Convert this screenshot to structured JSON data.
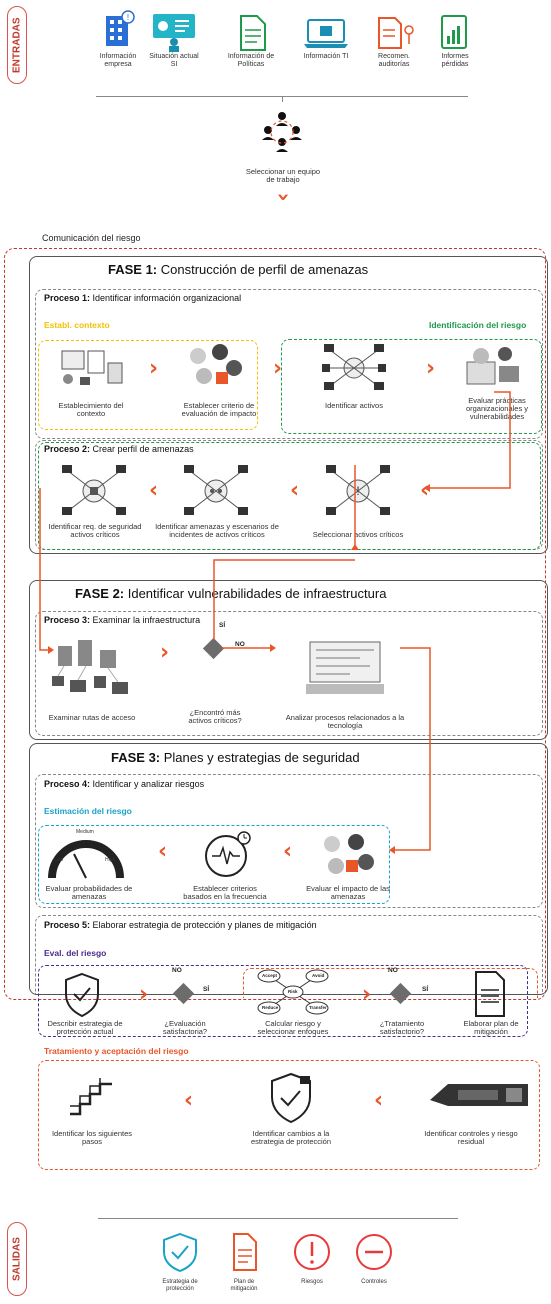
{
  "inputs": {
    "side_label": "ENTRADAS",
    "items": [
      {
        "label": "Información empresa",
        "icon": "building-icon"
      },
      {
        "label": "Situación actual SI",
        "icon": "team-board-icon"
      },
      {
        "label": "Información de Políticas",
        "icon": "document-icon"
      },
      {
        "label": "Información TI",
        "icon": "laptop-icon"
      },
      {
        "label": "Recomen. auditorías",
        "icon": "audit-document-icon"
      },
      {
        "label": "Informes pérdidas",
        "icon": "report-chart-icon"
      }
    ],
    "team_step": "Seleccionar un equipo de trabajo"
  },
  "risk_communication": "Comunicación del riesgo",
  "phase1": {
    "title_bold": "FASE 1:",
    "title_rest": " Construcción de perfil de amenazas",
    "process1": {
      "title_bold": "Proceso 1:",
      "title_rest": " Identificar información organizacional",
      "context_label": "Establ. contexto",
      "risk_id_label": "Identificación del riesgo",
      "steps": [
        "Establecimiento del contexto",
        "Establecer criterio de evaluación de impacto",
        "Identificar activos",
        "Evaluar prácticas organizacionales y vulnerabilidades"
      ]
    },
    "process2": {
      "title_bold": "Proceso 2:",
      "title_rest": " Crear perfil de amenazas",
      "steps": [
        "Identificar req. de seguridad activos críticos",
        "Identificar amenazas y escenarios de incidentes de activos críticos",
        "Seleccionar activos críticos"
      ]
    }
  },
  "phase2": {
    "title_bold": "FASE 2:",
    "title_rest": " Identificar vulnerabilidades de infraestructura",
    "process3": {
      "title_bold": "Proceso 3:",
      "title_rest": " Examinar la infraestructura",
      "steps": [
        "Examinar rutas de acceso",
        "¿Encontró más activos críticos?",
        "Analizar procesos relacionados a la tecnología"
      ],
      "yes": "SÍ",
      "no": "NO"
    }
  },
  "phase3": {
    "title_bold": "FASE 3:",
    "title_rest": " Planes y estrategias de seguridad",
    "process4": {
      "title_bold": "Proceso 4:",
      "title_rest": " Identificar y analizar riesgos",
      "estimation_label": "Estimación del riesgo",
      "gauge": {
        "low": "Low",
        "medium": "Medium",
        "high": "High"
      },
      "steps": [
        "Evaluar probabilidades de amenazas",
        "Establecer criterios basados en la frecuencia",
        "Evaluar el impacto de las amenazas"
      ]
    },
    "process5": {
      "title_bold": "Proceso 5:",
      "title_rest": " Elaborar estrategia de protección y planes de mitigación",
      "eval_label": "Eval. del riesgo",
      "treatment_label": "Tratamiento y aceptación del riesgo",
      "steps": [
        "Describir estrategia de protección actual",
        "¿Evaluación satisfactoria?",
        "Calcular riesgo y seleccionar enfoques",
        "¿Tratamiento satisfactorio?",
        "Elaborar plan de mitigación",
        "Identificar los siguientes pasos",
        "Identificar cambios a la estrategia de protección",
        "Identificar controles y riesgo residual"
      ],
      "risk_nodes": [
        "Accept",
        "Avoid",
        "Risk",
        "Reduce",
        "Transfer"
      ],
      "yes": "SÍ",
      "no": "NO"
    }
  },
  "outputs": {
    "side_label": "SALIDAS",
    "items": [
      {
        "label": "Estrategia de protección",
        "icon": "shield-check-icon"
      },
      {
        "label": "Plan de mitigación",
        "icon": "plan-document-icon"
      },
      {
        "label": "Riesgos",
        "icon": "alert-circle-icon"
      },
      {
        "label": "Controles",
        "icon": "minus-circle-icon"
      }
    ]
  },
  "colors": {
    "accent": "#e8562a",
    "context": "#f2c200",
    "risk_id": "#1e9a4a",
    "estimation": "#1aa3c8",
    "eval": "#4a2a8a",
    "treatment": "#e8562a"
  }
}
